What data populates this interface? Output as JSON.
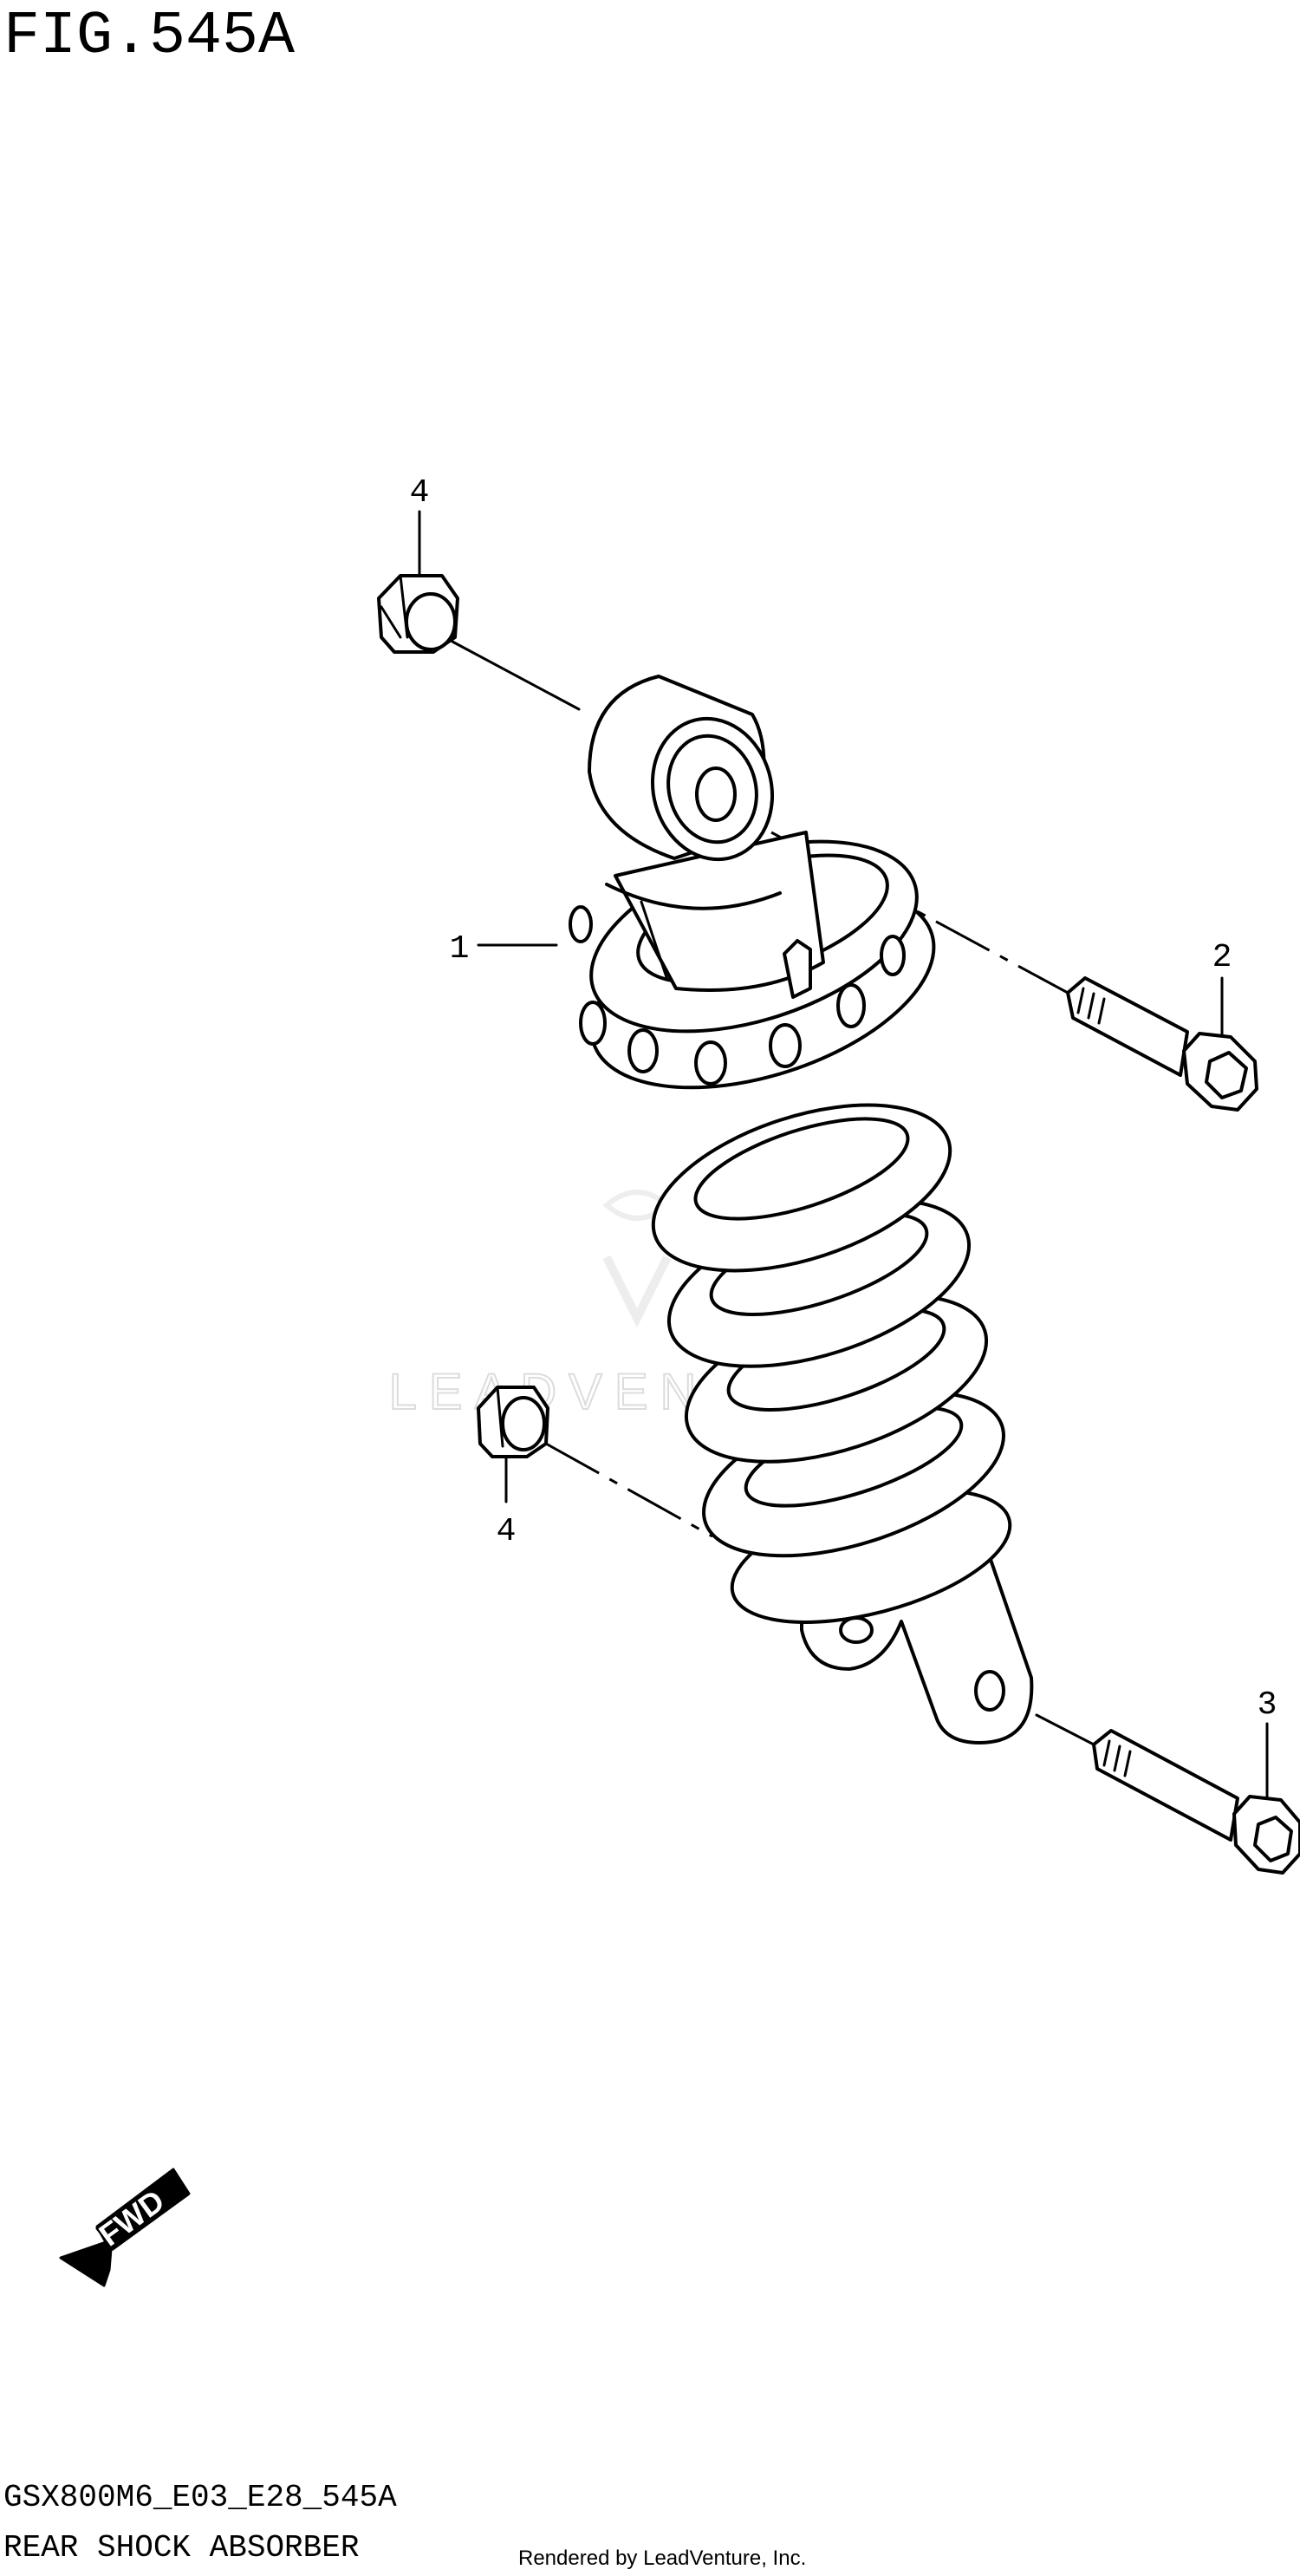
{
  "figure": {
    "title": "FIG.545A",
    "code": "GSX800M6_E03_E28_545A",
    "name": "REAR SHOCK ABSORBER",
    "credit": "Rendered by LeadVenture, Inc.",
    "watermark": "LEADVENTURE"
  },
  "callouts": [
    {
      "id": "callout-1",
      "label": "1",
      "part": "shock absorber assembly"
    },
    {
      "id": "callout-2",
      "label": "2",
      "part": "upper bolt"
    },
    {
      "id": "callout-3",
      "label": "3",
      "part": "lower bolt"
    },
    {
      "id": "callout-4-upper",
      "label": "4",
      "part": "upper nut"
    },
    {
      "id": "callout-4-lower",
      "label": "4",
      "part": "lower nut"
    }
  ],
  "fwd": {
    "label": "FWD"
  }
}
